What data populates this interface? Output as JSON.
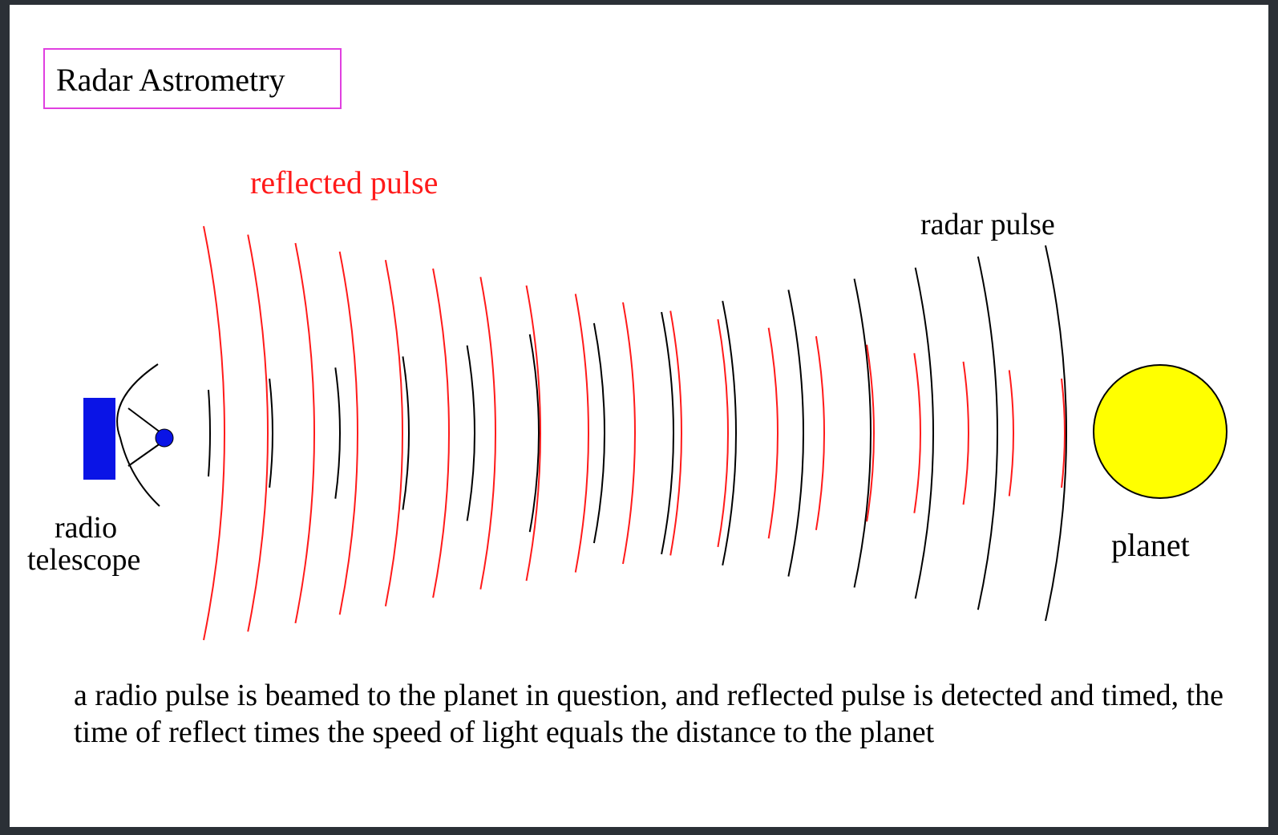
{
  "diagram": {
    "title": "Radar Astrometry",
    "labels": {
      "reflected_pulse": "reflected pulse",
      "radar_pulse": "radar pulse",
      "radio_telescope_line1": "radio",
      "radio_telescope_line2": "telescope",
      "planet": "planet"
    },
    "caption": "a radio pulse is beamed to the planet in question, and reflected pulse is detected and timed, the time of reflect times the speed of light equals the distance to the planet",
    "colors": {
      "reflected_pulse": "#ff1a1a",
      "radar_pulse": "#000000",
      "telescope": "#0a14e6",
      "planet_fill": "#ffff00",
      "title_border": "#e040e0",
      "background": "#ffffff",
      "frame": "#2b3036"
    },
    "icons": [
      "radio-telescope-icon",
      "planet-icon"
    ]
  }
}
